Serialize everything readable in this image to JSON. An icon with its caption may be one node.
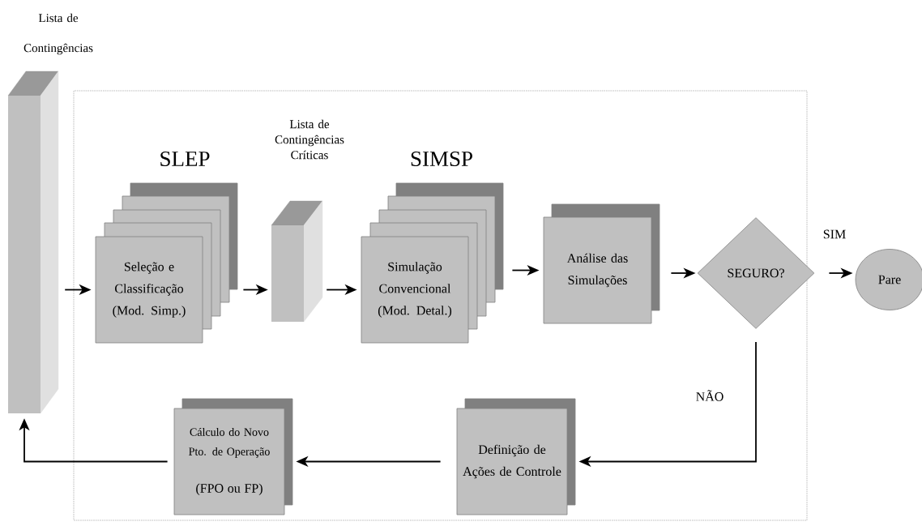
{
  "diagram": {
    "nodes": [
      {
        "text": [
          "Lista de Contingências"
        ]
      },
      {
        "text": [
          "SLEP",
          "Seleção e Classificação (Mod. Simp.)"
        ]
      },
      {
        "text": [
          "Lista de Contingências Críticas"
        ]
      },
      {
        "text": [
          "SIMSP",
          "Simulação Convencional (Mod. Detal.)"
        ]
      },
      {
        "text": [
          "Análise das Simulações"
        ]
      },
      {
        "text": [
          "SEGURO?"
        ]
      },
      {
        "text": [
          "Pare"
        ]
      },
      {
        "text": [
          "Definição de Ações de Controle"
        ]
      },
      {
        "text": [
          "Cálculo do Novo Pto. de Operação",
          "(FPO ou FP)"
        ]
      }
    ],
    "edges": [
      {
        "from": 0,
        "to": 1,
        "arrow": "to"
      },
      {
        "from": 1,
        "to": 2,
        "arrow": "to"
      },
      {
        "from": 2,
        "to": 3,
        "arrow": "to"
      },
      {
        "from": 3,
        "to": 4,
        "arrow": "to"
      },
      {
        "from": 4,
        "to": 5,
        "arrow": "to"
      },
      {
        "from": 5,
        "to": 6,
        "arrow": "to",
        "label": "SIM"
      },
      {
        "from": 5,
        "to": 7,
        "arrow": "to",
        "label": "NÃO"
      },
      {
        "from": 7,
        "to": 8,
        "arrow": "to"
      },
      {
        "from": 8,
        "to": 0,
        "arrow": "to"
      }
    ]
  }
}
